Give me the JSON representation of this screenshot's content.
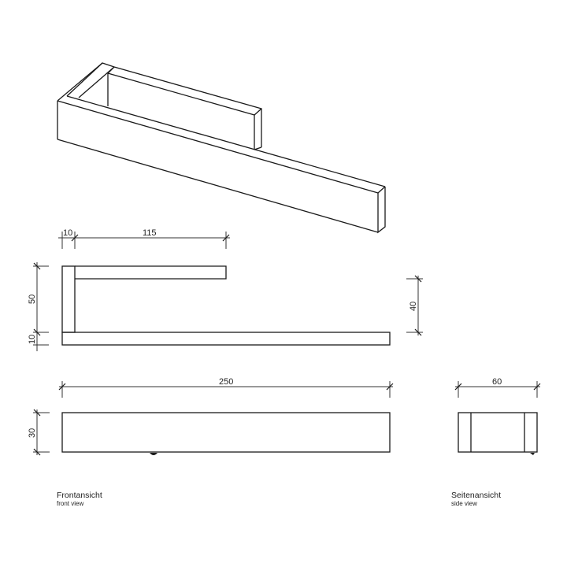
{
  "drawing": {
    "subject": "towel holder technical drawing",
    "line_color": "#1a1a1a",
    "background": "#ffffff"
  },
  "dimensions": {
    "elevation_post_width": "10",
    "elevation_arm_length": "115",
    "elevation_height_50": "50",
    "elevation_base_thickness": "10",
    "elevation_height_40": "40",
    "top_length": "250",
    "top_depth": "30",
    "side_width": "60"
  },
  "views": {
    "front": {
      "title": "Frontansicht",
      "subtitle": "front view"
    },
    "side": {
      "title": "Seitenansicht",
      "subtitle": "side view"
    }
  }
}
